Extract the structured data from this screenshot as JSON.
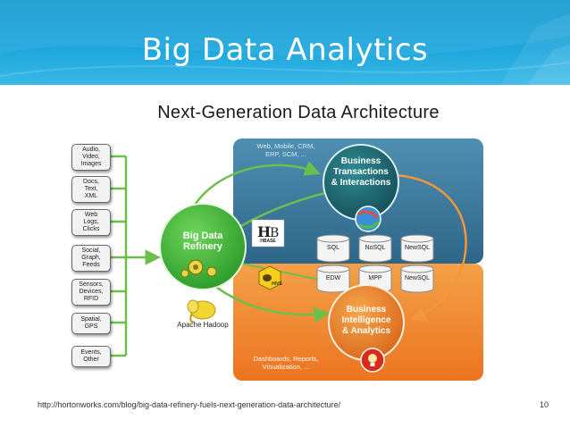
{
  "slide": {
    "title": "Big Data Analytics",
    "footer_url": "http://hortonworks.com/blog/big-data-refinery-fuels-next-generation-data-architecture/",
    "page_number": "10"
  },
  "diagram": {
    "title": "Next-Generation Data Architecture",
    "sources": [
      "Audio,\nVideo,\nImages",
      "Docs,\nText,\nXML",
      "Web\nLogs,\nClicks",
      "Social,\nGraph,\nFeeds",
      "Sensors,\nDevices,\nRFID",
      "Spatial,\nGPS",
      "Events,\nOther"
    ],
    "refinery_label": "Big Data\nRefinery",
    "hadoop_label": "Apache Hadoop",
    "hbase_label": "HBASE",
    "hive_label": "HIVE",
    "transactions_zone": "Web, Mobile, CRM,\nERP, SCM, ...",
    "transactions_label": "Business\nTransactions\n& Interactions",
    "transactions_dbs": [
      "SQL",
      "NoSQL",
      "NewSQL"
    ],
    "analytics_dbs": [
      "EDW",
      "MPP",
      "NewSQL"
    ],
    "analytics_label": "Business\nIntelligence\n& Analytics",
    "analytics_zone": "Dashboards, Reports,\nVisualization, ..."
  },
  "colors": {
    "header_blue": "#1fa7dd",
    "transactions_blue": "#4a87a8",
    "analytics_orange": "#f08a2c",
    "refinery_green": "#3db53a",
    "node_teal": "#1f6f78",
    "arrow_green": "#6cc04a",
    "arrow_orange": "#f0983a"
  }
}
